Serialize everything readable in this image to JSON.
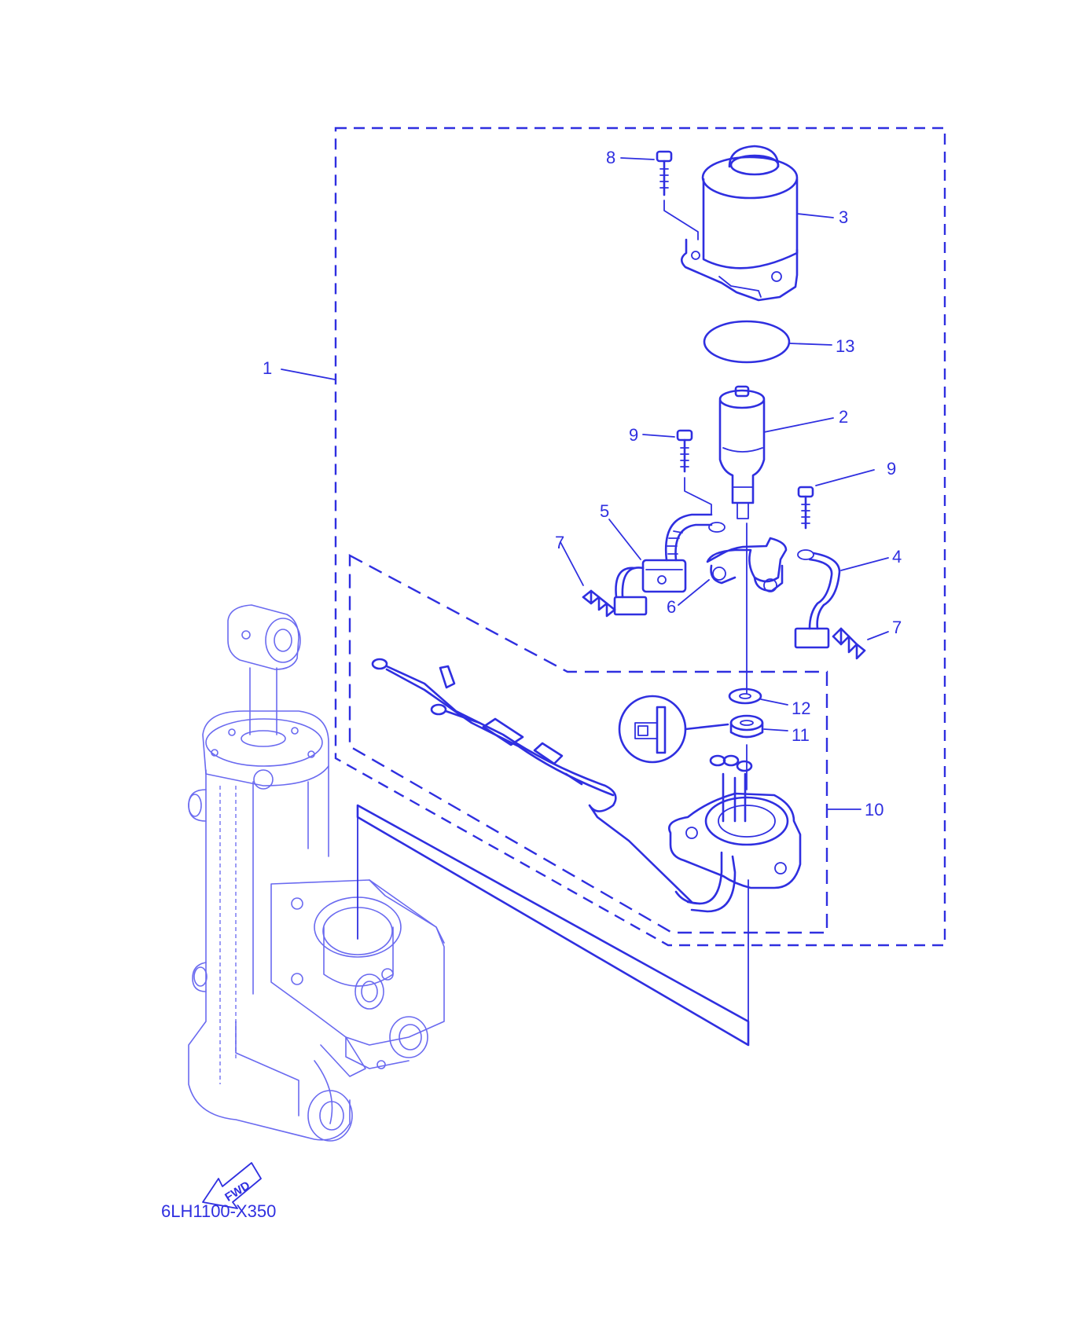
{
  "diagram": {
    "callouts": {
      "c1": "1",
      "c2": "2",
      "c3": "3",
      "c4": "4",
      "c5": "5",
      "c6": "6",
      "c7a": "7",
      "c7b": "7",
      "c8": "8",
      "c9a": "9",
      "c9b": "9",
      "c10": "10",
      "c11": "11",
      "c12": "12",
      "c13": "13"
    },
    "fwd_label": "FWD",
    "drawing_code": "6LH1100-X350"
  },
  "colors": {
    "ink": "#2f2fe0",
    "background": "#ffffff"
  },
  "icons": {
    "fwd_arrow": "fwd-arrow-icon"
  }
}
